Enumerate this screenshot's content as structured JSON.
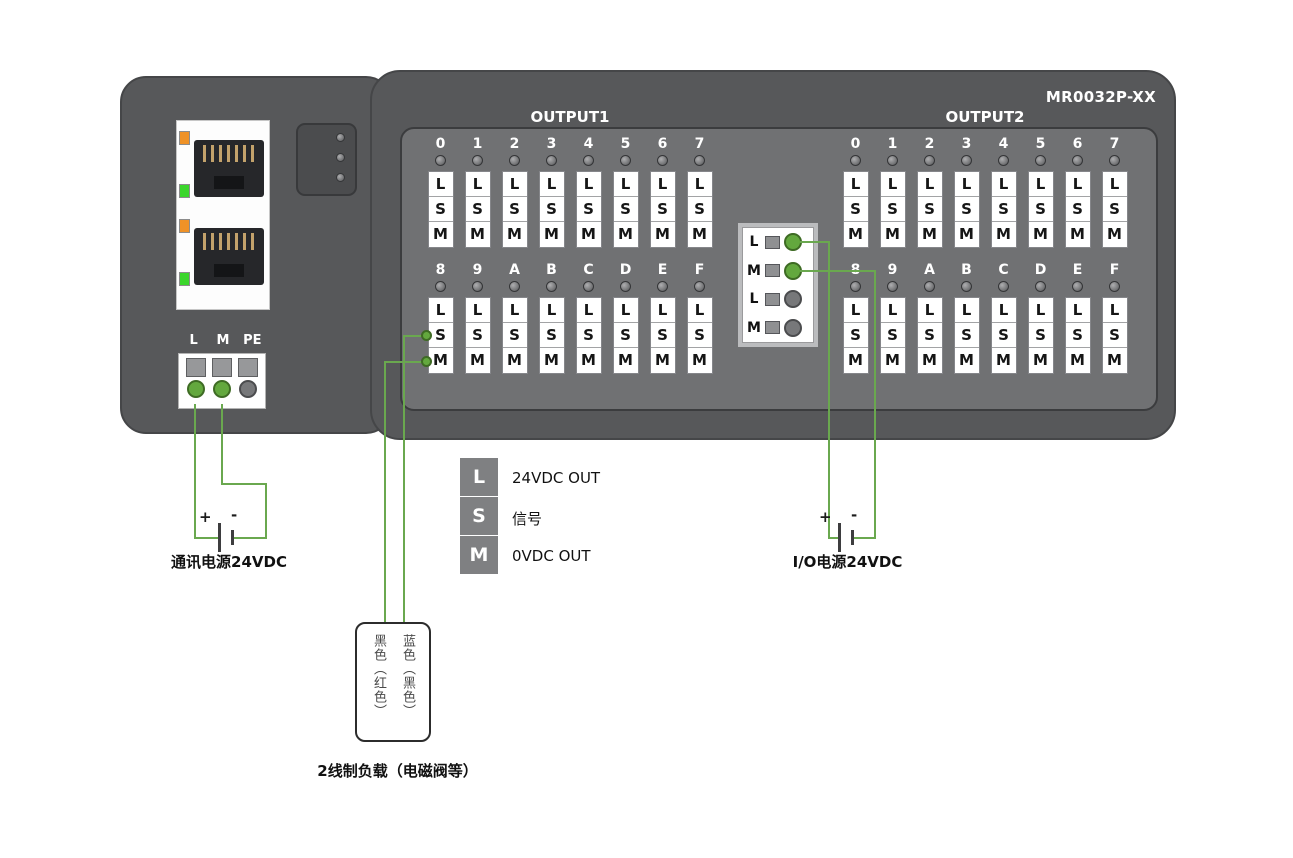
{
  "device": {
    "model": "MR0032P-XX",
    "banks": [
      {
        "id": "output1",
        "label": "OUTPUT1"
      },
      {
        "id": "output2",
        "label": "OUTPUT2"
      }
    ],
    "channel_rows": {
      "top": [
        "0",
        "1",
        "2",
        "3",
        "4",
        "5",
        "6",
        "7"
      ],
      "bottom": [
        "8",
        "9",
        "A",
        "B",
        "C",
        "D",
        "E",
        "F"
      ]
    },
    "terminal_letters": [
      "L",
      "S",
      "M"
    ],
    "power_terminals": [
      {
        "label": "L",
        "state": "green-hole"
      },
      {
        "label": "M",
        "state": "green-hole"
      },
      {
        "label": "PE",
        "state": "gray-hole"
      }
    ],
    "center_block": {
      "rows": [
        {
          "label": "L",
          "state": "green-hole"
        },
        {
          "label": "M",
          "state": "green-hole"
        },
        {
          "label": "L",
          "state": "gray-hole"
        },
        {
          "label": "M",
          "state": "gray-hole"
        }
      ]
    }
  },
  "legend": {
    "items": [
      {
        "key": "L",
        "label": "24VDC OUT"
      },
      {
        "key": "S",
        "label": "信号"
      },
      {
        "key": "M",
        "label": "0VDC OUT"
      }
    ]
  },
  "annotations": {
    "comm_power_label": "通讯电源24VDC",
    "io_power_label": "I/O电源24VDC",
    "load_label": "2线制负载（电磁阀等）",
    "load_wire_left": "黑色（红色）",
    "load_wire_right": "蓝色（黑色）",
    "plus": "+",
    "minus": "-"
  },
  "colors": {
    "wire": "#6aa84f",
    "led_orange": "#ef9227",
    "led_green": "#3bd62c",
    "body": "#57585a",
    "panel": "#707173",
    "legend_box": "#7f8082"
  }
}
